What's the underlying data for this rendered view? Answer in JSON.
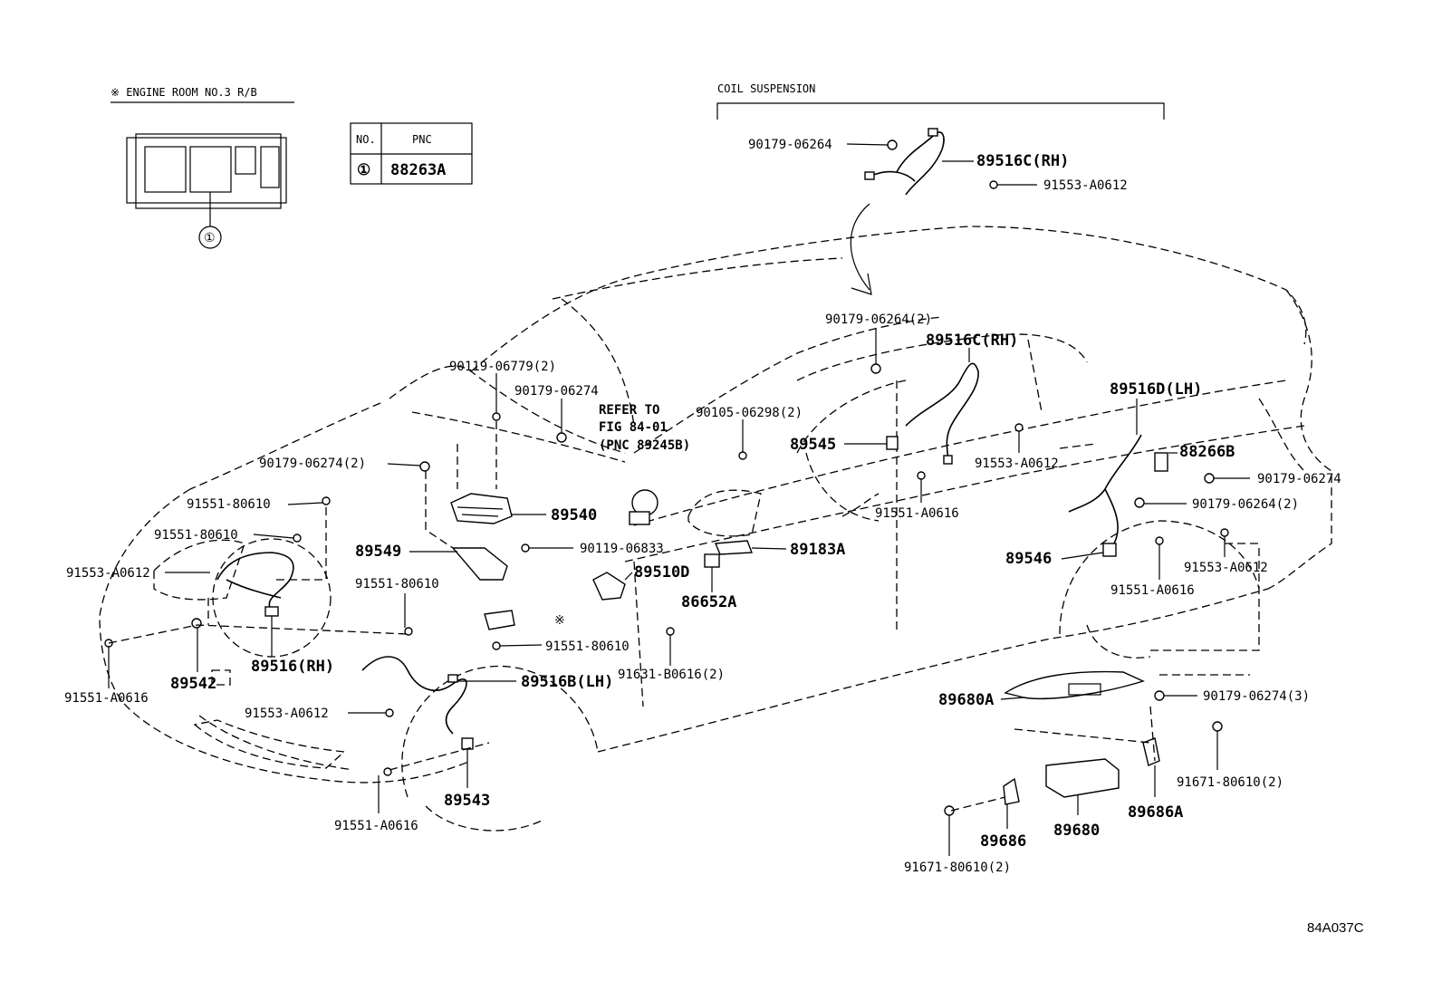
{
  "engine_room_title": "※ ENGINE ROOM NO.3 R/B",
  "coil_suspension_title": "COIL SUSPENSION",
  "pnc_table": {
    "col_no": "NO.",
    "col_pnc": "PNC",
    "rows": [
      {
        "no": "①",
        "pnc": "88263A"
      }
    ]
  },
  "refer": {
    "line1": "REFER TO",
    "line2": "FIG 84-01",
    "line3": "(PNC 89245B)"
  },
  "callout_circle": "①",
  "ref_mark": "※",
  "drawing_code": "84A037C",
  "parts": {
    "p_90179_06264_top": "90179-06264",
    "p_89516C_RH_top": "89516C(RH)",
    "p_91553_A0612_top": "91553-A0612",
    "p_90179_06264_2_mid": "90179-06264(2)",
    "p_89516C_RH_mid": "89516C(RH)",
    "p_89516D_LH": "89516D(LH)",
    "p_88266B": "88266B",
    "p_90179_06274_right": "90179-06274",
    "p_90179_06264_2_right": "90179-06264(2)",
    "p_89545": "89545",
    "p_91553_A0612_mid": "91553-A0612",
    "p_91551_A0616_mid": "91551-A0616",
    "p_89546": "89546",
    "p_91553_A0612_right": "91553-A0612",
    "p_91551_A0616_right": "91551-A0616",
    "p_90119_06779_2": "90119-06779(2)",
    "p_90179_06274_top": "90179-06274",
    "p_90105_06298_2": "90105-06298(2)",
    "p_90179_06274_2": "90179-06274(2)",
    "p_91551_80610_a": "91551-80610",
    "p_89540": "89540",
    "p_91551_80610_b": "91551-80610",
    "p_91553_A0612_left": "91553-A0612",
    "p_89549": "89549",
    "p_90119_06833": "90119-06833",
    "p_89183A": "89183A",
    "p_91551_80610_c": "91551-80610",
    "p_89510D": "89510D",
    "p_86652A": "86652A",
    "p_91551_80610_d": "91551-80610",
    "p_91631_B0616_2": "91631-B0616(2)",
    "p_89516_RH": "89516(RH)",
    "p_89542": "89542",
    "p_91551_A0616_left": "91551-A0616",
    "p_89516B_LH": "89516B(LH)",
    "p_91553_A0612_low": "91553-A0612",
    "p_89543": "89543",
    "p_91551_A0616_low": "91551-A0616",
    "p_89680A": "89680A",
    "p_90179_06274_3": "90179-06274(3)",
    "p_91671_80610_2_right": "91671-80610(2)",
    "p_89686A": "89686A",
    "p_89686": "89686",
    "p_89680": "89680",
    "p_91671_80610_2_left": "91671-80610(2)"
  }
}
